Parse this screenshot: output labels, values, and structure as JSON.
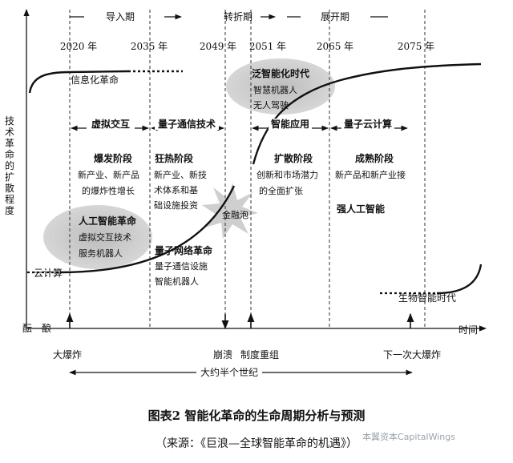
{
  "phases": [
    {
      "id": "intro",
      "label": "导入期"
    },
    {
      "id": "turn",
      "label": "转折期"
    },
    {
      "id": "deploy",
      "label": "展开期"
    }
  ],
  "years": [
    "2020 年",
    "2035 年",
    "2049 年",
    "2051 年",
    "2065 年",
    "2075 年"
  ],
  "y_axis_label": [
    "技",
    "术",
    "革",
    "命",
    "的",
    "扩",
    "散",
    "程",
    "度"
  ],
  "x_axis_label": "时间",
  "origin_label": "酝　酿",
  "revolutions": {
    "info": "信息化革命",
    "cloud": "云计算",
    "quantum_net": "量子网络革命",
    "quantum_net_sub": [
      "量子通信设施",
      "智能机器人"
    ],
    "bio": "生物智能时代"
  },
  "tech_bands": [
    {
      "id": "virtual",
      "label": "虚拟交互"
    },
    {
      "id": "qcomm",
      "label": "量子通信技术"
    },
    {
      "id": "smartapp",
      "label": "智能应用"
    },
    {
      "id": "qcloud",
      "label": "量子云计算"
    }
  ],
  "stages": {
    "burst": {
      "title": "爆发阶段",
      "lines": [
        "新产业、新产品",
        "的爆炸性增长"
      ]
    },
    "frenzy": {
      "title": "狂热阶段",
      "lines": [
        "新产业、新技",
        "术体系和基",
        "础设施投资"
      ]
    },
    "diffusion": {
      "title": "扩散阶段",
      "lines": [
        "创新和市场潜力",
        "的全面扩张"
      ]
    },
    "mature": {
      "title": "成熟阶段",
      "lines": [
        "新产品和新产业接"
      ]
    }
  },
  "ai_revolution": {
    "title": "人工智能革命",
    "lines": [
      "虚拟交互技术",
      "服务机器人"
    ]
  },
  "pan_intelligence": {
    "title": "泛智能化时代",
    "lines": [
      "智慧机器人",
      "无人驾驶"
    ]
  },
  "strong_ai": "强人工智能",
  "financial_bubble": "金融泡",
  "events": [
    "大爆炸",
    "崩溃",
    "制度重组",
    "下一次大爆炸"
  ],
  "half_century": "大约半个世纪",
  "figure_title": "图表2 智能化革命的生命周期分析与预测",
  "source": "（来源：《巨浪—全球智能革命的机遇》）",
  "watermark": "本翼资本CapitalWings",
  "colors": {
    "line": "#111111",
    "ellipse": "#cfcfcf",
    "burst": "#d4d4d4"
  }
}
